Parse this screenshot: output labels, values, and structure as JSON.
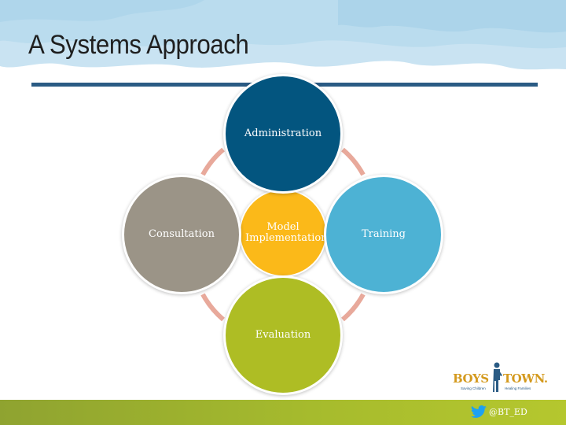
{
  "title": "A Systems Approach",
  "diagram": {
    "center": "Model Implementation",
    "top": "Administration",
    "left": "Consultation",
    "right": "Training",
    "bottom": "Evaluation"
  },
  "logo": {
    "left_word": "BOYS",
    "right_word": "TOWN.",
    "left_tagline": "Saving Children",
    "right_tagline": "Healing Families"
  },
  "footer": {
    "twitter_handle": "@BT_ED",
    "icon": "twitter-bird-icon"
  },
  "colors": {
    "administration": "#03557f",
    "consultation": "#9b9487",
    "model_implementation": "#fbb919",
    "training": "#4db2d4",
    "evaluation": "#aebd24",
    "connector": "#e8a99b",
    "title_rule": "#2a5b84",
    "footer_bar": "#a6bb2d",
    "watercolor": "#b9dbee"
  }
}
